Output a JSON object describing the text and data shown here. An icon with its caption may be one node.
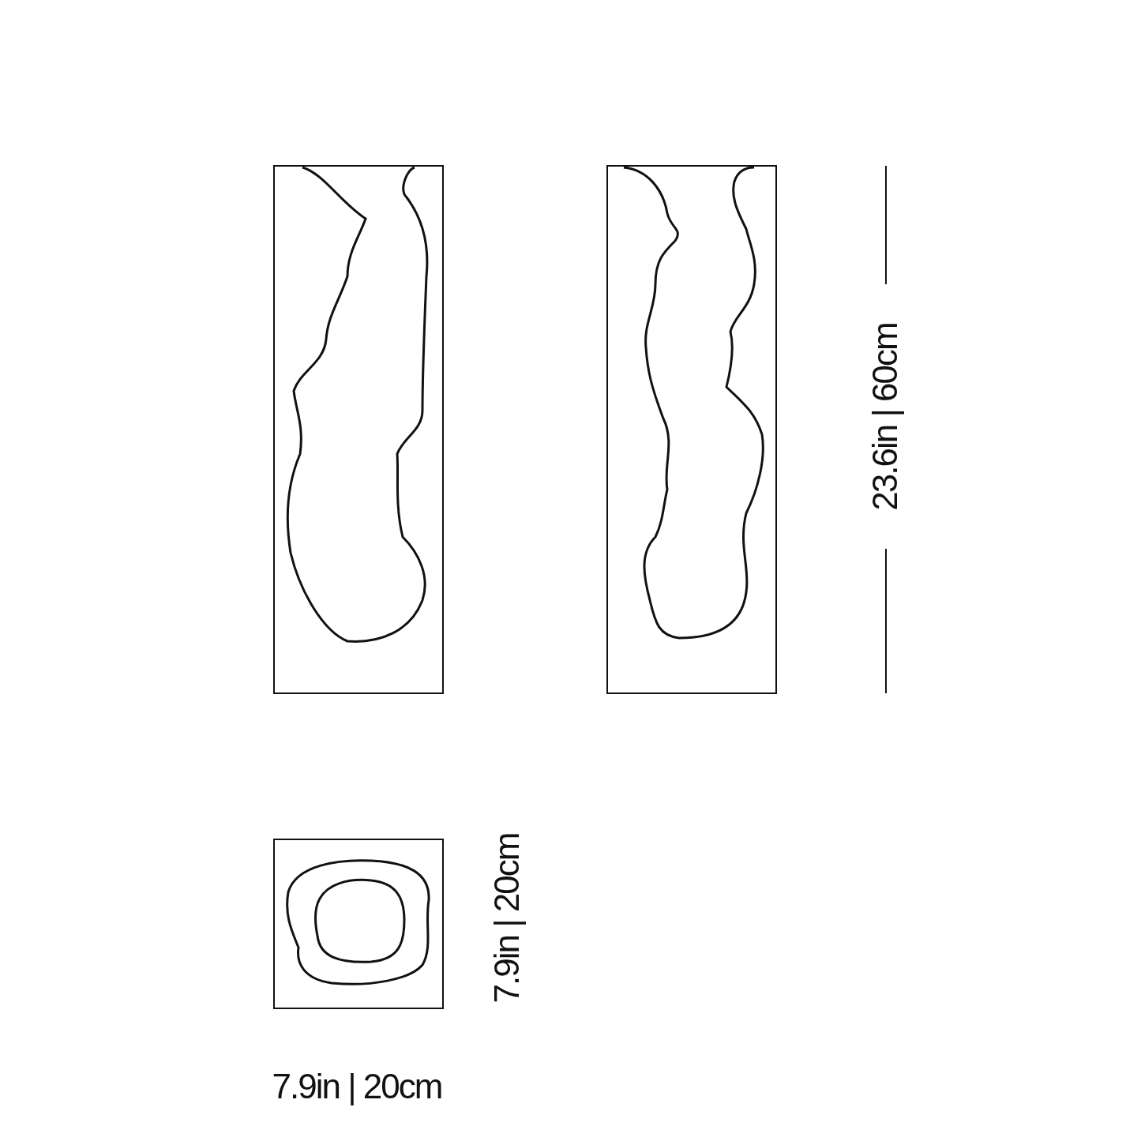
{
  "diagram": {
    "labels": [
      "23.6in | 60cm",
      "7.9in | 20cm",
      "7.9in | 20cm"
    ]
  }
}
